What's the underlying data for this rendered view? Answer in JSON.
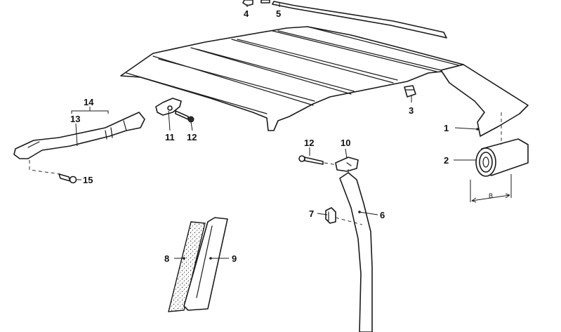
{
  "diagram": {
    "callouts": {
      "c1": "1",
      "c2": "2",
      "c3": "3",
      "c4": "4",
      "c5": "5",
      "c6": "6",
      "c7": "7",
      "c8": "8",
      "c9": "9",
      "c10": "10",
      "c11": "11",
      "c12a": "12",
      "c12b": "12",
      "c13": "13",
      "c14": "14",
      "c15": "15"
    },
    "dimension_label": "B"
  }
}
